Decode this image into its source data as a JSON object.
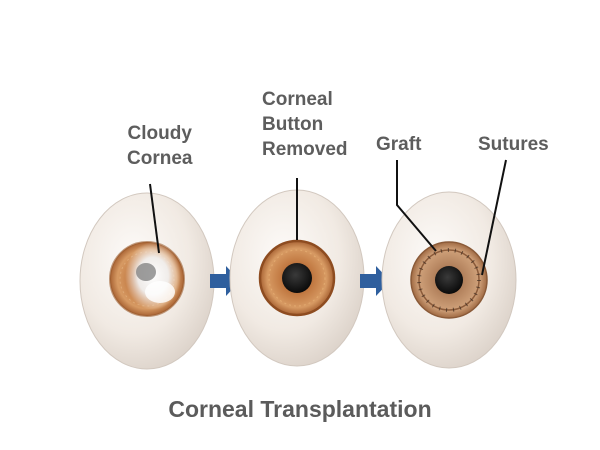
{
  "labels": {
    "cloudy_cornea": [
      "Cloudy",
      "Cornea"
    ],
    "button_removed": [
      "Corneal",
      "Button",
      "Removed"
    ],
    "graft": "Graft",
    "sutures": "Sutures"
  },
  "caption": "Corneal Transplantation",
  "colors": {
    "label_text": "#5d5d5d",
    "arrow": "#2f5f9e",
    "sclera": "#efe8e1",
    "iris": "#c07a45",
    "pupil": "#1a1a1a",
    "pointer_line": "#111111"
  }
}
